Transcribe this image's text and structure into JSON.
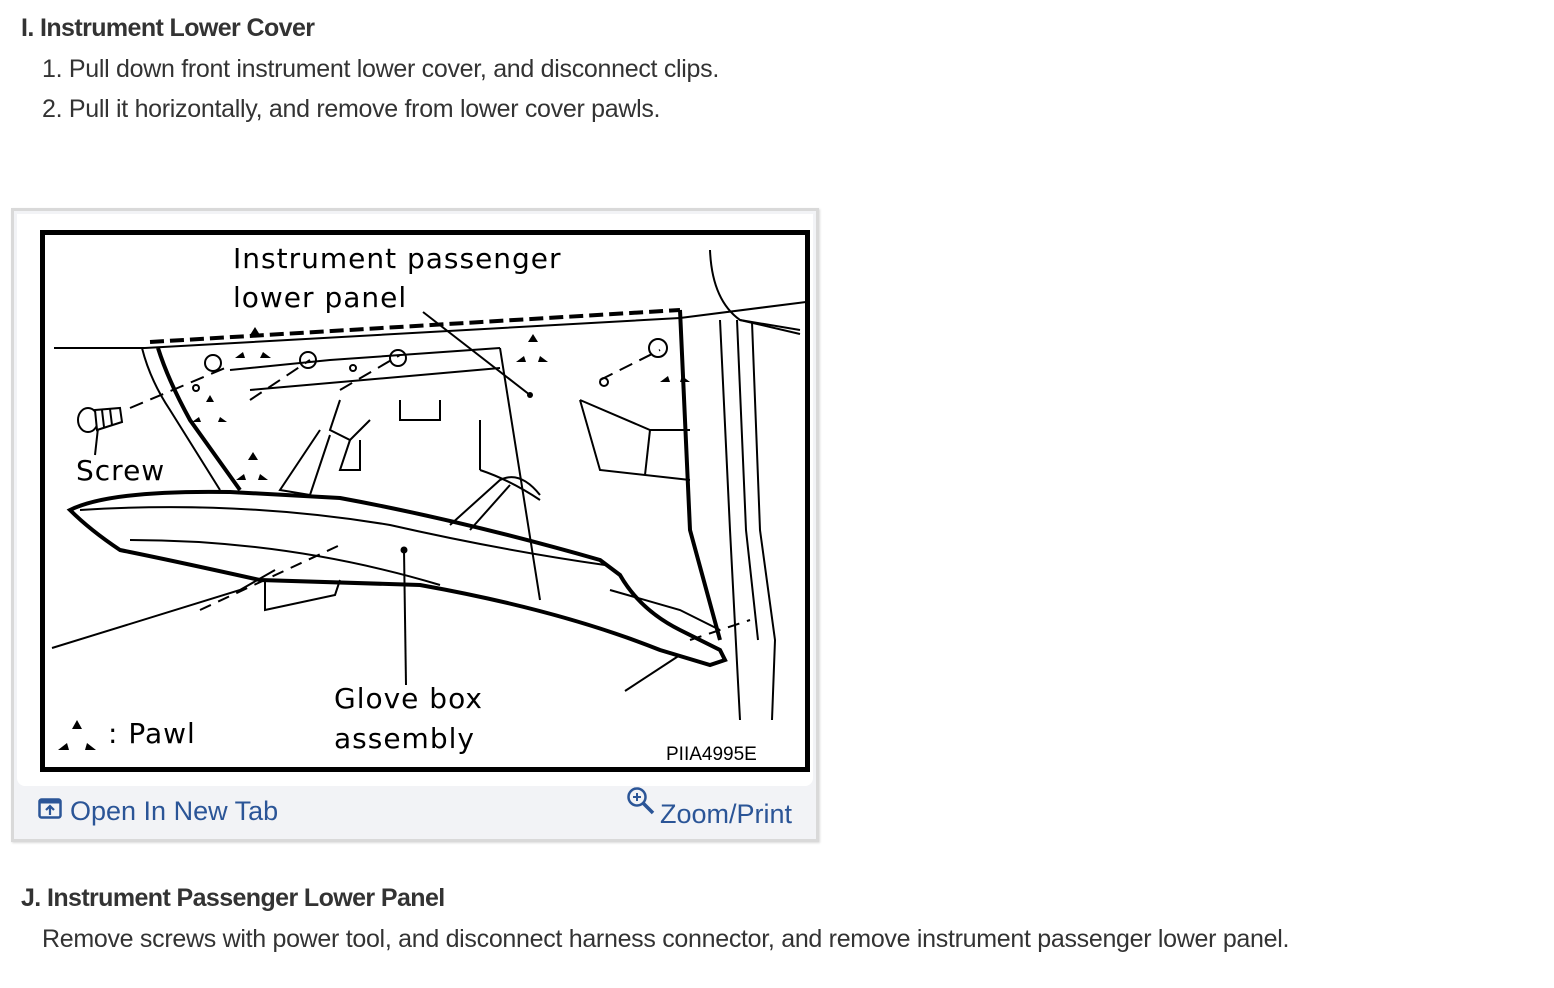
{
  "sections": [
    {
      "title": "I. Instrument Lower Cover",
      "steps": [
        "1. Pull down front instrument lower cover, and disconnect clips.",
        "2. Pull it horizontally, and remove from lower cover pawls."
      ]
    },
    {
      "title": "J. Instrument Passenger Lower Panel",
      "text": "Remove screws with power tool, and disconnect harness connector, and remove instrument passenger lower panel."
    }
  ],
  "figure": {
    "labels": {
      "panel_line1": "Instrument passenger",
      "panel_line2": "lower panel",
      "screw": "Screw",
      "glove_line1": "Glove box",
      "glove_line2": "assembly",
      "pawl_legend": ": Pawl",
      "code": "PIIA4995E"
    },
    "actions": {
      "open_new_tab": "Open In New Tab",
      "zoom_print": "Zoom/Print"
    },
    "icons": {
      "open_new_tab": "open-in-new-tab-icon",
      "zoom_print": "zoom-in-icon"
    },
    "colors": {
      "link": "#2b5597",
      "text": "#333333",
      "card_bg": "#f2f3f6"
    }
  }
}
